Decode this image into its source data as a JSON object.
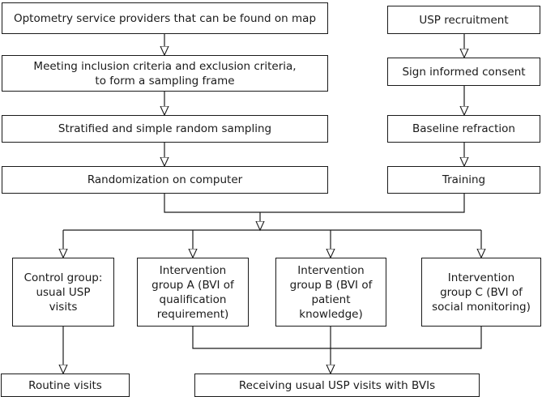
{
  "diagram": {
    "left_column": [
      "Optometry service providers that can be found on map",
      "Meeting inclusion criteria and exclusion criteria, to form a sampling frame",
      "Stratified and simple random sampling",
      "Randomization on computer"
    ],
    "right_column": [
      "USP recruitment",
      "Sign informed consent",
      "Baseline refraction",
      "Training"
    ],
    "groups": [
      "Control group: usual USP visits",
      "Intervention group A (BVI of qualification requirement)",
      "Intervention group B (BVI of patient knowledge)",
      "Intervention group C (BVI of social monitoring)"
    ],
    "outcomes": [
      "Routine visits",
      "Receiving usual USP visits with BVIs"
    ]
  }
}
